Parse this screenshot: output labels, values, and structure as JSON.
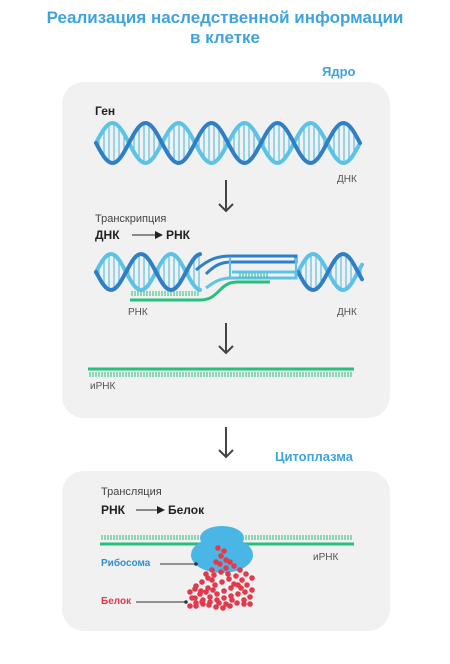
{
  "title_line1": "Реализация наследственной информации",
  "title_line2": "в клетке",
  "nucleus": {
    "label": "Ядро",
    "gene_label": "Ген",
    "dna_label_1": "ДНК",
    "transcription_label": "Транскрипция",
    "transcription_from": "ДНК",
    "transcription_to": "РНК",
    "rna_label": "РНК",
    "dna_label_2": "ДНК",
    "mrna_label": "иРНК"
  },
  "cytoplasm": {
    "label": "Цитоплазма",
    "translation_label": "Трансляция",
    "translation_from": "РНК",
    "translation_to": "Белок",
    "mrna_label": "иРНК",
    "ribosome_label": "Рибосома",
    "protein_label": "Белок"
  },
  "colors": {
    "title": "#3fa3dd",
    "dna_dark": "#2f7fc6",
    "dna_light": "#5cc2e6",
    "rna_green": "#27c07a",
    "ribosome": "#4ab6e6",
    "protein": "#e23a4c"
  }
}
